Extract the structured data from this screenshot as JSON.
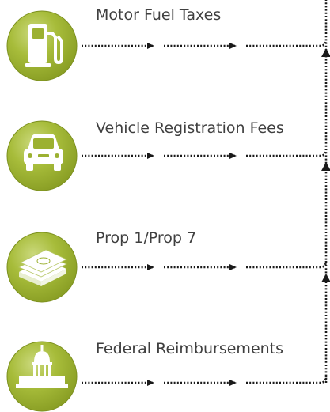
{
  "colors": {
    "circle_outer": "#a4b935",
    "circle_inner": "#8ea32a",
    "circle_highlight": "#c9d77a",
    "icon": "#ffffff",
    "connector": "#1a1a1a",
    "label_text": "#3f3f3f"
  },
  "sources": [
    {
      "label": "Motor Fuel Taxes",
      "icon": "fuel-pump-icon"
    },
    {
      "label": "Vehicle Registration Fees",
      "icon": "car-icon"
    },
    {
      "label": "Prop 1/Prop 7",
      "icon": "money-stack-icon"
    },
    {
      "label": "Federal Reimbursements",
      "icon": "capitol-building-icon"
    }
  ]
}
